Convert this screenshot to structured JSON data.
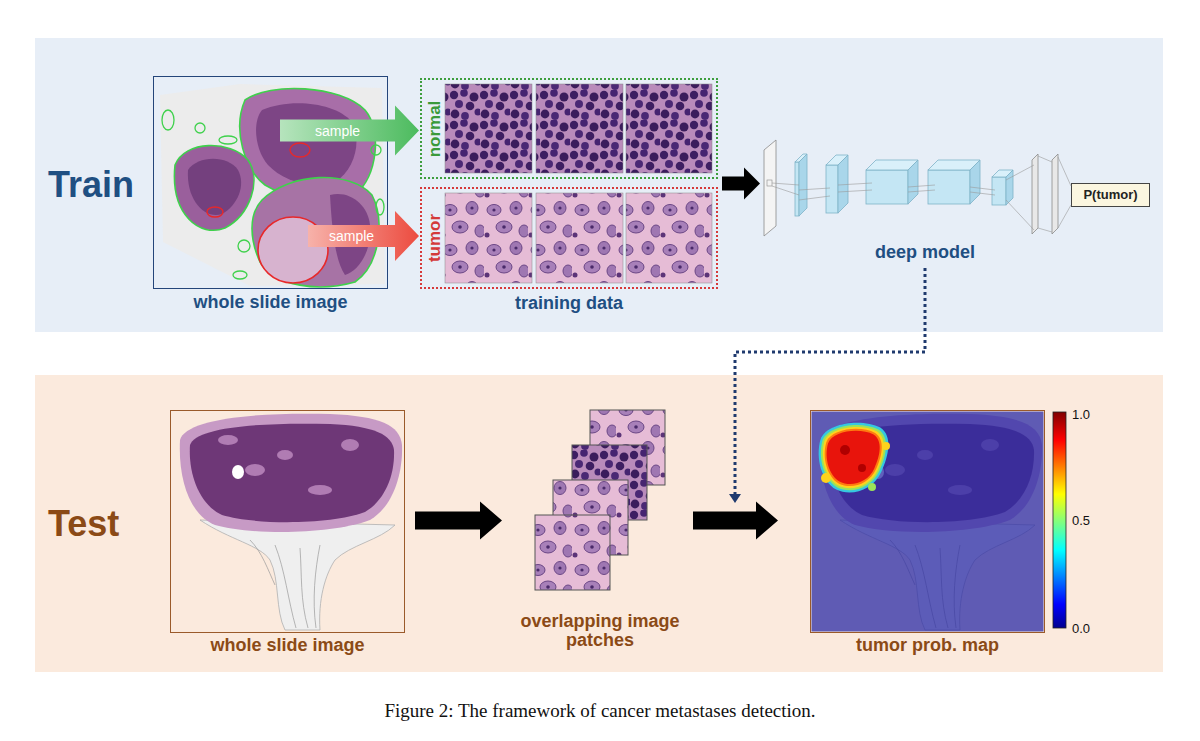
{
  "diagram": {
    "caption": "Figure 2: The framework of cancer metastases detection.",
    "nodes": [
      {
        "text": [
          "Train"
        ]
      },
      {
        "text": [
          "whole slide image"
        ],
        "in": 0
      },
      {
        "text": [
          "training data"
        ],
        "in": 0
      },
      {
        "text": [
          "normal"
        ],
        "in": 2
      },
      {
        "text": [
          "tumor"
        ],
        "in": 2
      },
      {
        "text": [
          "deep model"
        ],
        "in": 0
      },
      {
        "text": [
          "P(tumor)"
        ],
        "in": 5
      },
      {
        "text": [
          "Test"
        ]
      },
      {
        "text": [
          "whole slide image"
        ],
        "in": 7
      },
      {
        "text": [
          "overlapping image patches"
        ],
        "in": 7
      },
      {
        "text": [
          "tumor prob. map"
        ],
        "in": 7
      }
    ],
    "edges": [
      {
        "from": 1,
        "to": 3,
        "label": "sample",
        "arrow": "to"
      },
      {
        "from": 1,
        "to": 4,
        "label": "sample",
        "arrow": "to"
      },
      {
        "from": 2,
        "to": 5,
        "arrow": "to"
      },
      {
        "from": 8,
        "to": 9,
        "arrow": "to"
      },
      {
        "from": 9,
        "to": 10,
        "arrow": "to"
      }
    ],
    "labels": [
      "1.0",
      "0.5",
      "0.0"
    ]
  }
}
